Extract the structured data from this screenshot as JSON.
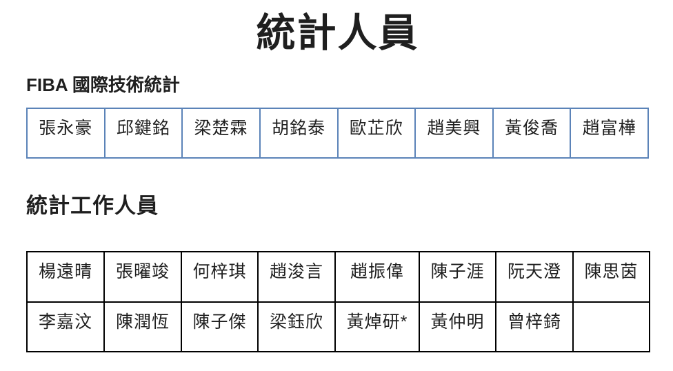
{
  "page": {
    "title": "統計人員"
  },
  "sections": [
    {
      "heading": "FIBA 國際技術統計",
      "rows": [
        [
          "張永豪",
          "邱鍵銘",
          "梁楚霖",
          "胡銘泰",
          "歐芷欣",
          "趙美興",
          "黃俊喬",
          "趙富樺"
        ]
      ]
    },
    {
      "heading": "統計工作人員",
      "rows": [
        [
          "楊遠晴",
          "張曜竣",
          "何梓琪",
          "趙浚言",
          "趙振偉",
          "陳子涯",
          "阮天澄",
          "陳思茵"
        ],
        [
          "李嘉汶",
          "陳潤恆",
          "陳子傑",
          "梁鈺欣",
          "黃焯研*",
          "黃仲明",
          "曾梓錡",
          ""
        ]
      ]
    }
  ],
  "colors": {
    "text": "#1f1f1f",
    "fiba_table_border": "#5b83b8",
    "staff_table_border": "#000000",
    "background": "#ffffff"
  }
}
